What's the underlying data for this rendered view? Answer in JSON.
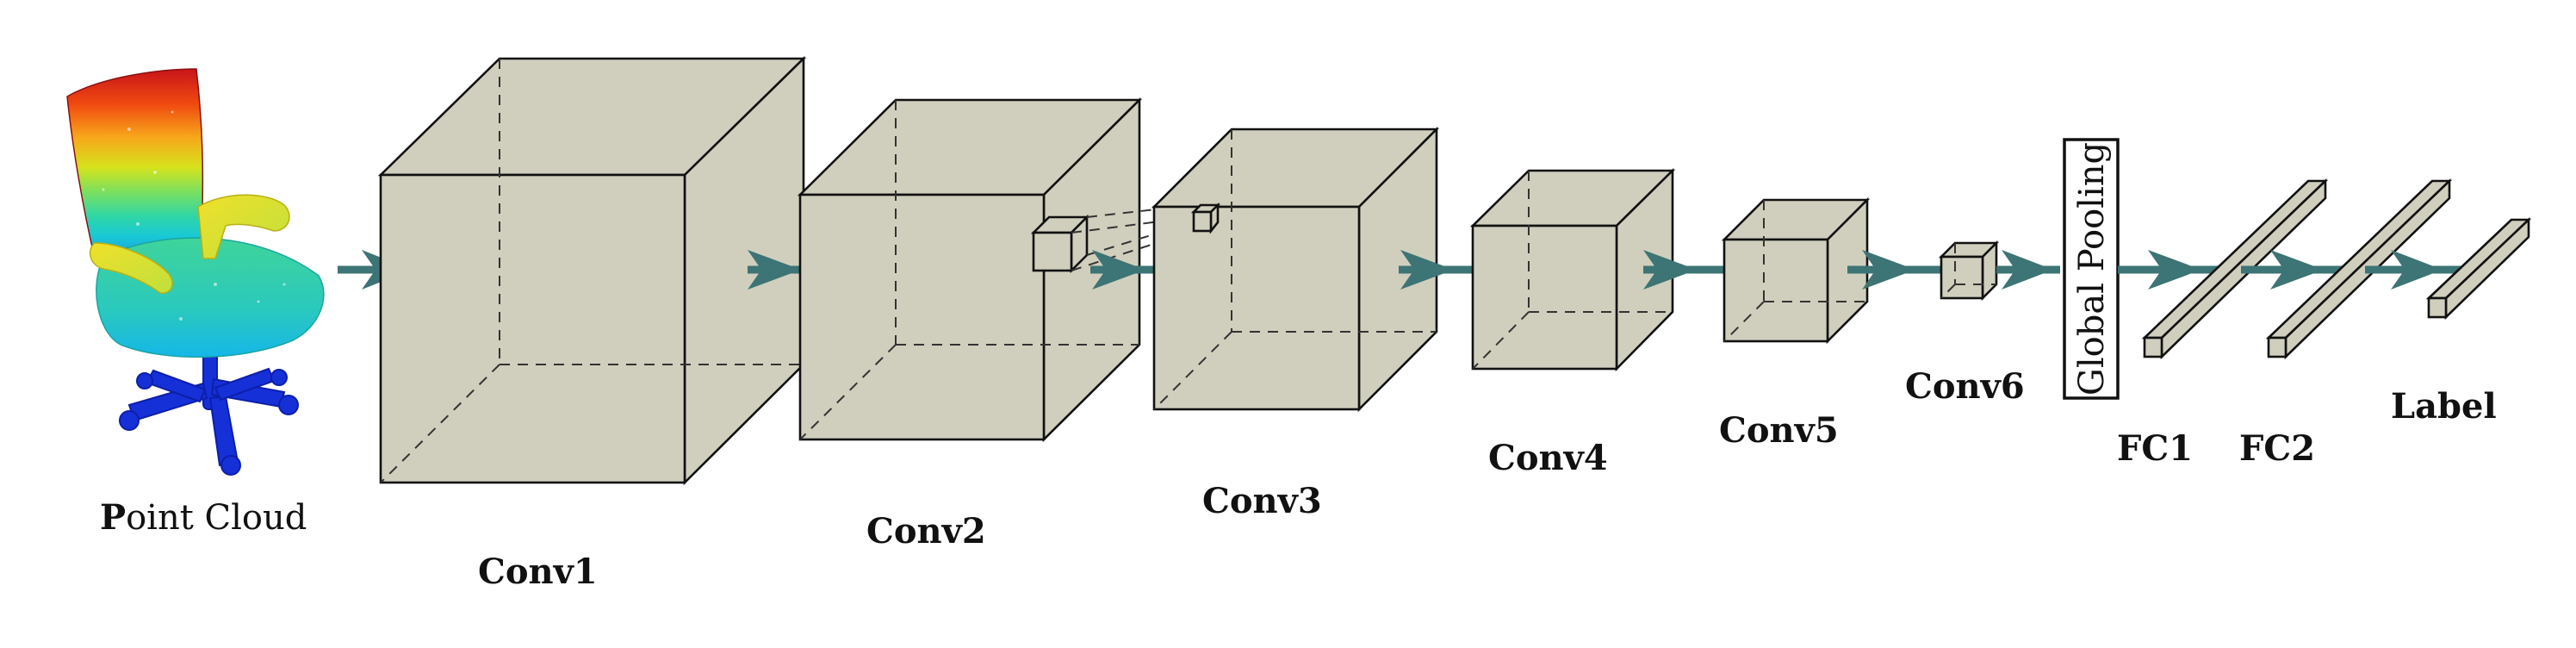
{
  "input": {
    "label_initial": "P",
    "label_rest": "oint Cloud"
  },
  "layers": {
    "conv1": "Conv1",
    "conv2": "Conv2",
    "conv3": "Conv3",
    "conv4": "Conv4",
    "conv5": "Conv5",
    "conv6": "Conv6",
    "pooling": "Global Pooling",
    "fc1": "FC1",
    "fc2": "FC2",
    "output": "Label"
  },
  "colors": {
    "block_fill": "#d0cfbd",
    "arrow": "#3d7475",
    "outline": "#111111"
  },
  "icons": {
    "input_image": "office-chair-point-cloud",
    "connector": "arrow-right"
  }
}
